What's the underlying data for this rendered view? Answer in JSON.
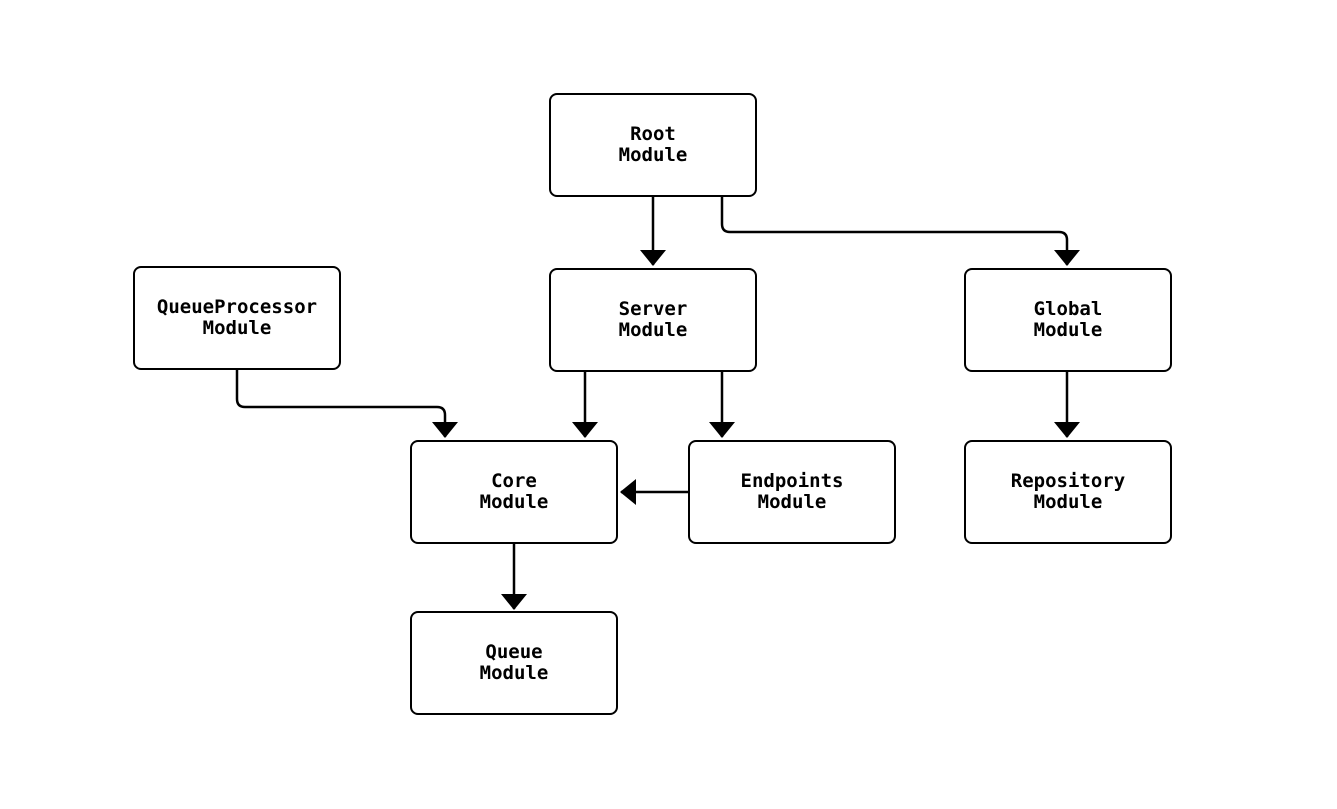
{
  "diagram": {
    "type": "module-dependency-flowchart",
    "colors": {
      "background": "#ffffff",
      "node_fill": "#ffffff",
      "node_border": "#000000",
      "edge_stroke": "#000000",
      "text": "#000000"
    },
    "nodes": [
      {
        "id": "root",
        "label": "Root\nModule"
      },
      {
        "id": "queueprocessor",
        "label": "QueueProcessor\nModule"
      },
      {
        "id": "server",
        "label": "Server\nModule"
      },
      {
        "id": "global",
        "label": "Global\nModule"
      },
      {
        "id": "core",
        "label": "Core\nModule"
      },
      {
        "id": "endpoints",
        "label": "Endpoints\nModule"
      },
      {
        "id": "repository",
        "label": "Repository\nModule"
      },
      {
        "id": "queue",
        "label": "Queue\nModule"
      }
    ],
    "edges": [
      {
        "from": "root",
        "to": "server"
      },
      {
        "from": "root",
        "to": "global"
      },
      {
        "from": "queueprocessor",
        "to": "core"
      },
      {
        "from": "server",
        "to": "core"
      },
      {
        "from": "server",
        "to": "endpoints"
      },
      {
        "from": "endpoints",
        "to": "core"
      },
      {
        "from": "global",
        "to": "repository"
      },
      {
        "from": "core",
        "to": "queue"
      }
    ]
  }
}
